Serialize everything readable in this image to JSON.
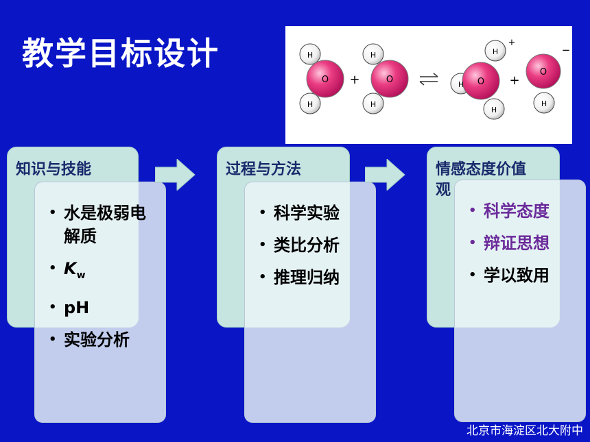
{
  "title": "教学目标设计",
  "diagram": {
    "atom_labels": {
      "h": "H",
      "o": "O"
    },
    "plus": "+",
    "equilibrium": "⇌",
    "cation_charge": "+",
    "anion_charge": "−"
  },
  "panels": [
    {
      "heading": "知识与技能",
      "items": [
        "水是极弱电解质",
        "Kw",
        "pH",
        "实验分析"
      ]
    },
    {
      "heading": "过程与方法",
      "items": [
        "科学实验",
        "类比分析",
        "推理归纳"
      ]
    },
    {
      "heading": "情感态度价值观",
      "items": [
        "科学态度",
        "辩证思想",
        "学以致用"
      ]
    }
  ],
  "kw": {
    "base": "K",
    "sub": "w"
  },
  "footer": "北京市海淀区北大附中",
  "colors": {
    "background": "#0a16c6",
    "panel_back": "#c6e4e0",
    "panel_front": "#ecf5f6",
    "highlight": "#6a2a9a",
    "oxygen": "#e4307a"
  }
}
